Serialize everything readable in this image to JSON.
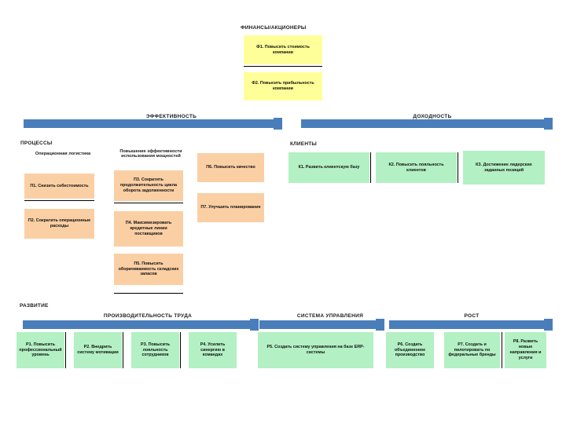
{
  "diagram": {
    "title": "Стратегическая карта (Balanced Scorecard)",
    "colors": {
      "finance_box": "#ffff99",
      "process_box": "#fbcfa4",
      "client_box": "#b3f0c4",
      "development_box": "#b3f0c4",
      "band": "#4a7ebb",
      "background": "#ffffff"
    }
  },
  "finance": {
    "perspective_label": "ФИНАНСЫ/АКЦИОНЕРЫ",
    "objectives": [
      {
        "id": "Ф1",
        "text": "Ф1. Повысить стоимость компании"
      },
      {
        "id": "Ф2",
        "text": "Ф2. Повысить прибыльность компании"
      }
    ]
  },
  "bands_mid": [
    {
      "id": "effectiveness",
      "label": "ЭФФЕКТИВНОСТЬ"
    },
    {
      "id": "profitability",
      "label": "ДОХОДНОСТЬ"
    }
  ],
  "processes": {
    "perspective_label": "ПРОЦЕССЫ",
    "columns": [
      {
        "id": "operational",
        "caption": "Операционная логистика"
      },
      {
        "id": "capacity",
        "caption": "Повышение эффективности использования мощностей"
      }
    ],
    "objectives": [
      {
        "id": "П1",
        "text": "П1. Снизить себестоимость",
        "column": "operational"
      },
      {
        "id": "П2",
        "text": "П2. Сократить операционные расходы",
        "column": "operational"
      },
      {
        "id": "П3",
        "text": "П3. Сократить продолжительность цикла оборота задолженности",
        "column": "capacity"
      },
      {
        "id": "П4",
        "text": "П4. Максимизировать кредитные линии поставщиков",
        "column": "capacity"
      },
      {
        "id": "П5",
        "text": "П5. Повысить оборачиваемость складских запасов",
        "column": "capacity"
      },
      {
        "id": "П6",
        "text": "П6. Повысить качество",
        "column": "quality"
      },
      {
        "id": "П7",
        "text": "П7. Улучшить планирование",
        "column": "quality"
      }
    ]
  },
  "clients": {
    "perspective_label": "КЛИЕНТЫ",
    "objectives": [
      {
        "id": "К1",
        "text": "К1. Развить клиентскую базу"
      },
      {
        "id": "К2",
        "text": "К2. Повысить лояльность клиентов"
      },
      {
        "id": "К3",
        "text": "К3. Достижение лидерских заданных позиций"
      }
    ]
  },
  "development": {
    "perspective_label": "РАЗВИТИЕ",
    "bands": [
      {
        "id": "labour",
        "label": "ПРОИЗВОДИТЕЛЬНОСТЬ ТРУДА"
      },
      {
        "id": "management",
        "label": "СИСТЕМА УПРАВЛЕНИЯ"
      },
      {
        "id": "growth",
        "label": "РОСТ"
      }
    ],
    "objectives": [
      {
        "id": "Р1",
        "text": "Р1. Повысить профессиональный уровень",
        "band": "labour"
      },
      {
        "id": "Р2",
        "text": "Р2. Внедрить систему мотивации",
        "band": "labour"
      },
      {
        "id": "Р3",
        "text": "Р3. Повысить лояльность сотрудников",
        "band": "labour"
      },
      {
        "id": "Р4",
        "text": "Р4. Усилить синергию в командах",
        "band": "labour"
      },
      {
        "id": "Р5",
        "text": "Р5. Создать систему управления на базе ERP-системы",
        "band": "management"
      },
      {
        "id": "Р6",
        "text": "Р6. Создать объединенное производство",
        "band": "growth"
      },
      {
        "id": "Р7",
        "text": "Р7. Создать и пилотировать по федеральные бренды",
        "band": "growth"
      },
      {
        "id": "Р8",
        "text": "Р8. Развить новые направления и услуги",
        "band": "growth"
      }
    ]
  }
}
